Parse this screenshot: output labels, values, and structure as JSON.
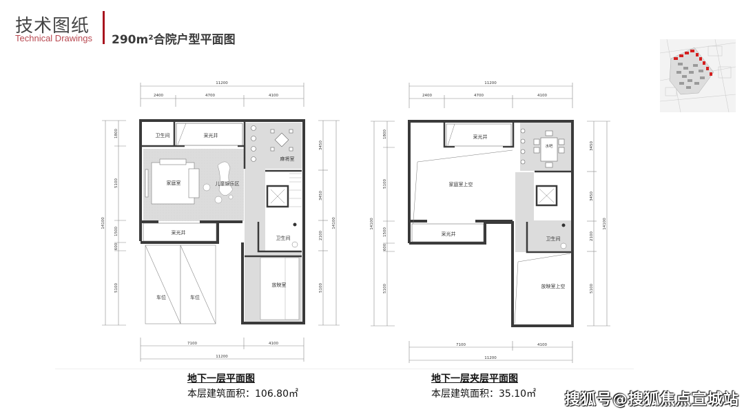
{
  "header": {
    "section_cn": "技术图纸",
    "section_en": "Technical Drawings",
    "title": "290m²合院户型平面图",
    "accent_color": "#a8141e"
  },
  "site_map": {
    "icon": "site-plan-thumbnail",
    "highlight_color": "#d42020"
  },
  "plan_left": {
    "caption_title": "地下一层平面图",
    "caption_area": "本层建筑面积：106.80㎡",
    "dims_top": {
      "total": "11200",
      "parts": [
        "2400",
        "4700",
        "4100"
      ]
    },
    "dims_bottom": {
      "total": "11200",
      "parts": [
        "7100",
        "4100"
      ]
    },
    "dims_left": {
      "total": "14100",
      "parts": [
        "1800",
        "5100",
        "1500",
        "600",
        "5100"
      ]
    },
    "dims_right": {
      "total": "14100",
      "parts": [
        "3450",
        "3450",
        "2100",
        "5100"
      ]
    },
    "rooms": {
      "bath1": "卫生间",
      "lightwell1": "采光井",
      "mahjong": "麻将室",
      "family": "家庭室",
      "kids": "儿童娱乐区",
      "lightwell2": "采光井",
      "bath2": "卫生间",
      "parking1": "车位",
      "parking2": "车位",
      "cinema": "放映室"
    }
  },
  "plan_right": {
    "caption_title": "地下一层夹层平面图",
    "caption_area": "本层建筑面积：35.10㎡",
    "dims_top": {
      "total": "11200",
      "parts": [
        "2400",
        "4700",
        "4100"
      ]
    },
    "dims_bottom": {
      "total": "11200",
      "parts": [
        "7100",
        "4100"
      ]
    },
    "dims_left": {
      "total": "14100",
      "parts": [
        "1800",
        "5100",
        "1500",
        "600",
        "5100"
      ]
    },
    "dims_right": {
      "total": "14100",
      "parts": [
        "3450",
        "3450",
        "2100",
        "5100"
      ]
    },
    "rooms": {
      "lightwell1": "采光井",
      "bar": "水吧",
      "family_void": "家庭室上空",
      "lightwell2": "采光井",
      "bath": "卫生间",
      "cinema_void": "放映室上空"
    }
  },
  "watermark": "搜狐号@搜狐焦点宣城站"
}
